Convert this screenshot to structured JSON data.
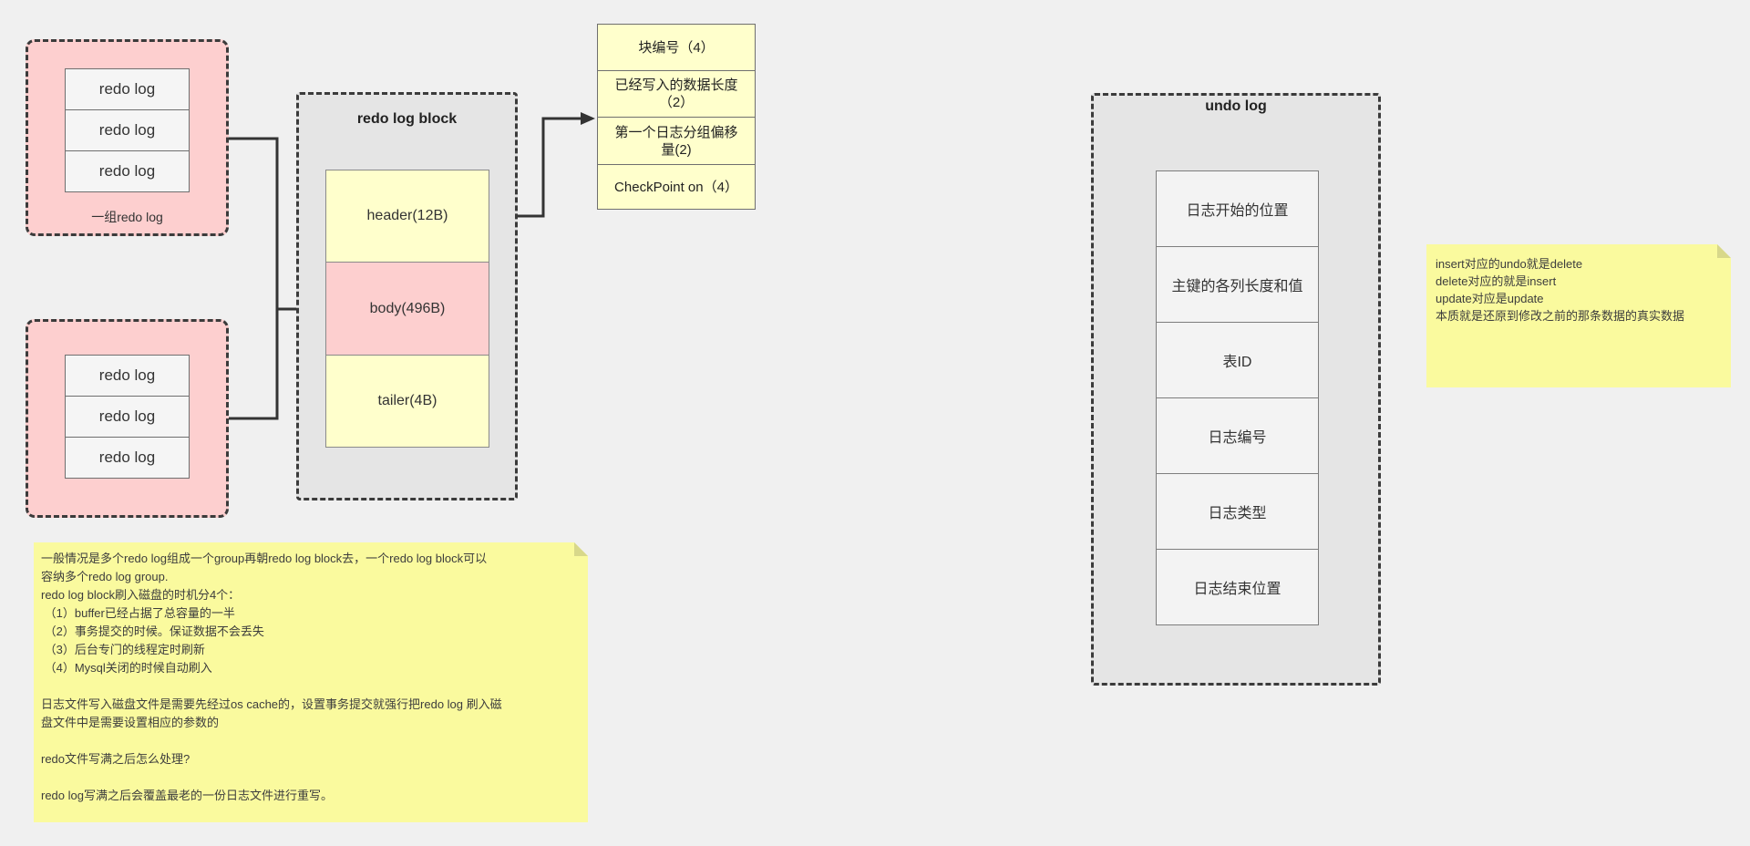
{
  "colors": {
    "background": "#F0F0F0",
    "pink_fill": "#FDCFCF",
    "yellow_fill": "#FFFFCC",
    "note_yellow": "#FAFA9E",
    "gray_container": "#E5E5E5",
    "cell_fill": "#F3F3F3",
    "line": "#333333"
  },
  "redo_group_top": {
    "items": [
      "redo log",
      "redo log",
      "redo log"
    ],
    "label": "一组redo log"
  },
  "redo_group_bottom": {
    "items": [
      "redo log",
      "redo log",
      "redo log"
    ]
  },
  "redo_log_block": {
    "title": "redo log block",
    "segments": [
      {
        "label": "header(12B)",
        "color": "#FFFFCC"
      },
      {
        "label": "body(496B)",
        "color": "#FDCFCF"
      },
      {
        "label": "tailer(4B)",
        "color": "#FFFFCC"
      }
    ]
  },
  "header_table": {
    "rows": [
      "块编号（4）",
      "已经写入的数据长度（2）",
      "第一个日志分组偏移量(2)",
      "CheckPoint on（4）"
    ]
  },
  "undo_log": {
    "title": "undo log",
    "cells": [
      "日志开始的位置",
      "主键的各列长度和值",
      "表ID",
      "日志编号",
      "日志类型",
      "日志结束位置"
    ]
  },
  "note_right": {
    "lines": [
      "insert对应的undo就是delete",
      "delete对应的就是insert",
      "update对应是update",
      "本质就是还原到修改之前的那条数据的真实数据"
    ]
  },
  "note_bottom": {
    "lines": [
      "一般情况是多个redo log组成一个group再朝redo log block去，一个redo log block可以",
      "容纳多个redo log group.",
      "redo log block刷入磁盘的时机分4个：",
      " （1）buffer已经占据了总容量的一半",
      " （2）事务提交的时候。保证数据不会丢失",
      " （3）后台专门的线程定时刷新",
      " （4）Mysql关闭的时候自动刷入",
      "",
      "日志文件写入磁盘文件是需要先经过os cache的，设置事务提交就强行把redo log 刷入磁",
      "盘文件中是需要设置相应的参数的",
      "",
      "redo文件写满之后怎么处理?",
      "",
      "redo log写满之后会覆盖最老的一份日志文件进行重写。"
    ]
  }
}
